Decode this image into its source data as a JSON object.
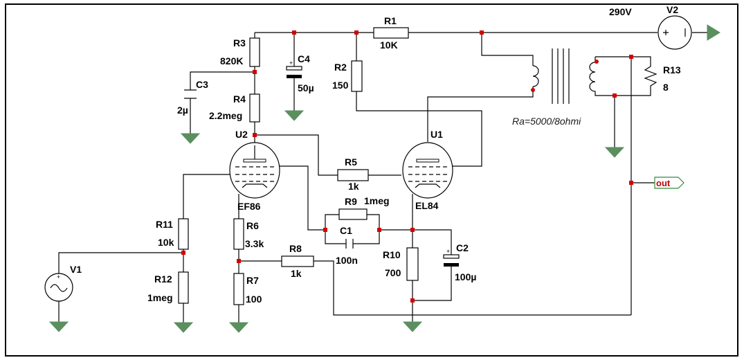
{
  "supply_voltage": "290V",
  "components": {
    "R1": {
      "name": "R1",
      "value": "10K"
    },
    "R2": {
      "name": "R2",
      "value": "150"
    },
    "R3": {
      "name": "R3",
      "value": "820K"
    },
    "R4": {
      "name": "R4",
      "value": "2.2meg"
    },
    "R5": {
      "name": "R5",
      "value": "1k"
    },
    "R6": {
      "name": "R6",
      "value": "3.3k"
    },
    "R7": {
      "name": "R7",
      "value": "100"
    },
    "R8": {
      "name": "R8",
      "value": "1k"
    },
    "R9": {
      "name": "R9",
      "value": "1meg"
    },
    "R10": {
      "name": "R10",
      "value": "700"
    },
    "R11": {
      "name": "R11",
      "value": "10k"
    },
    "R12": {
      "name": "R12",
      "value": "1meg"
    },
    "R13": {
      "name": "R13",
      "value": "8"
    },
    "C1": {
      "name": "C1",
      "value": "100n"
    },
    "C2": {
      "name": "C2",
      "value": "100µ"
    },
    "C3": {
      "name": "C3",
      "value": "2µ"
    },
    "C4": {
      "name": "C4",
      "value": "50µ"
    },
    "V1": {
      "name": "V1"
    },
    "V2": {
      "name": "V2"
    },
    "U1": {
      "name": "U1",
      "type": "EL84"
    },
    "U2": {
      "name": "U2",
      "type": "EF86"
    }
  },
  "transformer_note": "Ra=5000/8ohmi",
  "output_label": "out",
  "colors": {
    "wire": "#000000",
    "node": "#d40000",
    "ground": "#5a8f5e",
    "output_text": "#c00000"
  }
}
